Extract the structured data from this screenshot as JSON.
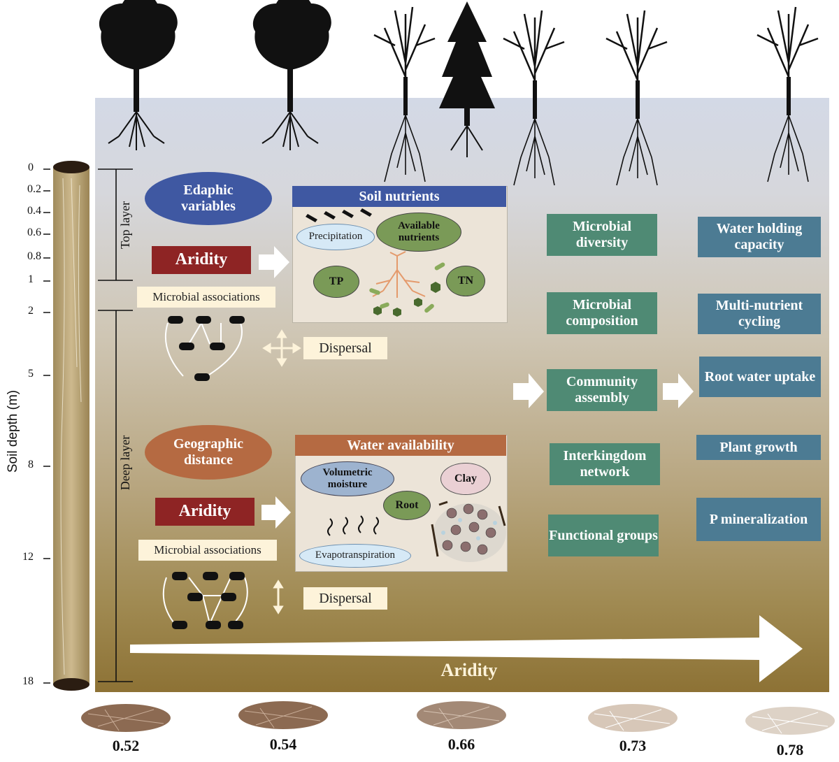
{
  "depth_axis": {
    "label": "Soil depth (m)",
    "ticks": [
      "0",
      "0.2",
      "0.4",
      "0.6",
      "0.8",
      "1",
      "2",
      "5",
      "8",
      "12",
      "18"
    ]
  },
  "layers": {
    "top": "Top layer",
    "deep": "Deep layer"
  },
  "top_section": {
    "driver": "Edaphic variables",
    "aridity": "Aridity",
    "associations": "Microbial associations",
    "dispersal": "Dispersal",
    "panel": {
      "title": "Soil nutrients",
      "items": {
        "precipitation": "Precipitation",
        "available_nutrients": "Available nutrients",
        "tp": "TP",
        "tn": "TN"
      }
    }
  },
  "deep_section": {
    "driver": "Geographic distance",
    "aridity": "Aridity",
    "associations": "Microbial associations",
    "dispersal": "Dispersal",
    "panel": {
      "title": "Water availability",
      "items": {
        "volumetric_moisture": "Volumetric moisture",
        "clay": "Clay",
        "root": "Root",
        "evapotranspiration": "Evapotranspiration"
      }
    }
  },
  "community": {
    "diversity": "Microbial diversity",
    "composition": "Microbial composition",
    "assembly": "Community assembly",
    "network": "Interkingdom network",
    "functional": "Functional groups"
  },
  "functions": {
    "water_holding": "Water holding capacity",
    "nutrient_cycling": "Multi-nutrient cycling",
    "root_uptake": "Root water uptake",
    "plant_growth": "Plant growth",
    "p_mineral": "P mineralization"
  },
  "aridity_gradient": {
    "label": "Aridity",
    "values": [
      "0.52",
      "0.54",
      "0.66",
      "0.73",
      "0.78"
    ]
  },
  "colors": {
    "sky": "#d3d9e6",
    "soil_bottom": "#8d7235",
    "aridity_red": "#8e2424",
    "edaphic_blue": "#3f58a2",
    "geo_orange": "#b56a42",
    "green_box": "#4f8a74",
    "blue_box": "#4c7b93"
  }
}
